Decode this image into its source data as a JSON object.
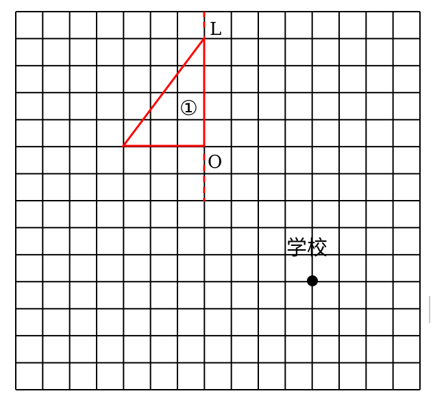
{
  "grid": {
    "columns": 15,
    "rows": 14,
    "line_color": "#000000"
  },
  "axis": {
    "top_label": "L",
    "origin_label": "O",
    "color": "#ff0000"
  },
  "triangle": {
    "label": "①",
    "color": "#ff0000"
  },
  "school": {
    "label": "学校"
  }
}
